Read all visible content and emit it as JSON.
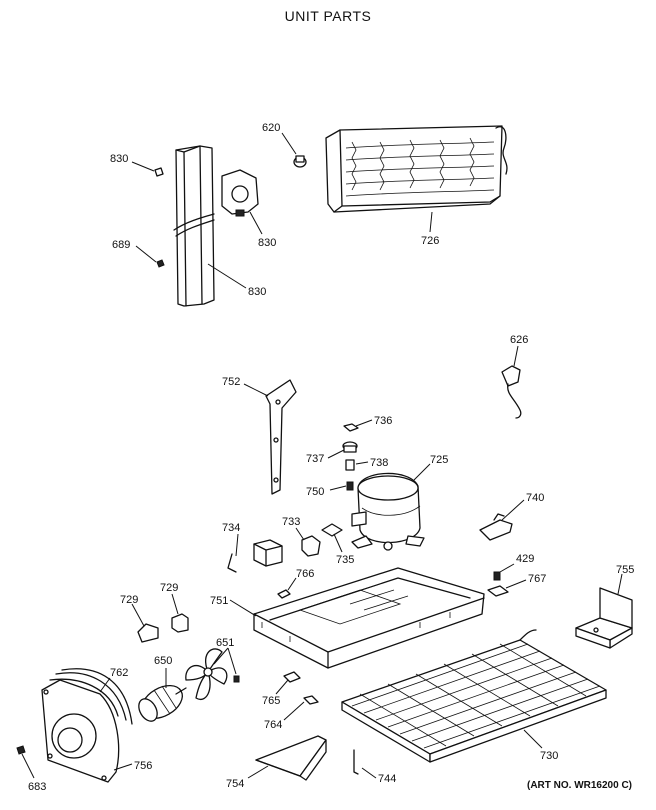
{
  "title": "UNIT PARTS",
  "art_number": "(ART NO. WR16200 C)",
  "labels": {
    "l620": "620",
    "l726": "726",
    "l830a": "830",
    "l830b": "830",
    "l830c": "830",
    "l689": "689",
    "l626": "626",
    "l752": "752",
    "l736": "736",
    "l737": "737",
    "l738": "738",
    "l725": "725",
    "l750": "750",
    "l740": "740",
    "l734": "734",
    "l733": "733",
    "l735": "735",
    "l766": "766",
    "l429": "429",
    "l767": "767",
    "l755": "755",
    "l729a": "729",
    "l729b": "729",
    "l751": "751",
    "l651": "651",
    "l650": "650",
    "l762": "762",
    "l765": "765",
    "l764": "764",
    "l730": "730",
    "l754": "754",
    "l744": "744",
    "l756": "756",
    "l683": "683"
  }
}
